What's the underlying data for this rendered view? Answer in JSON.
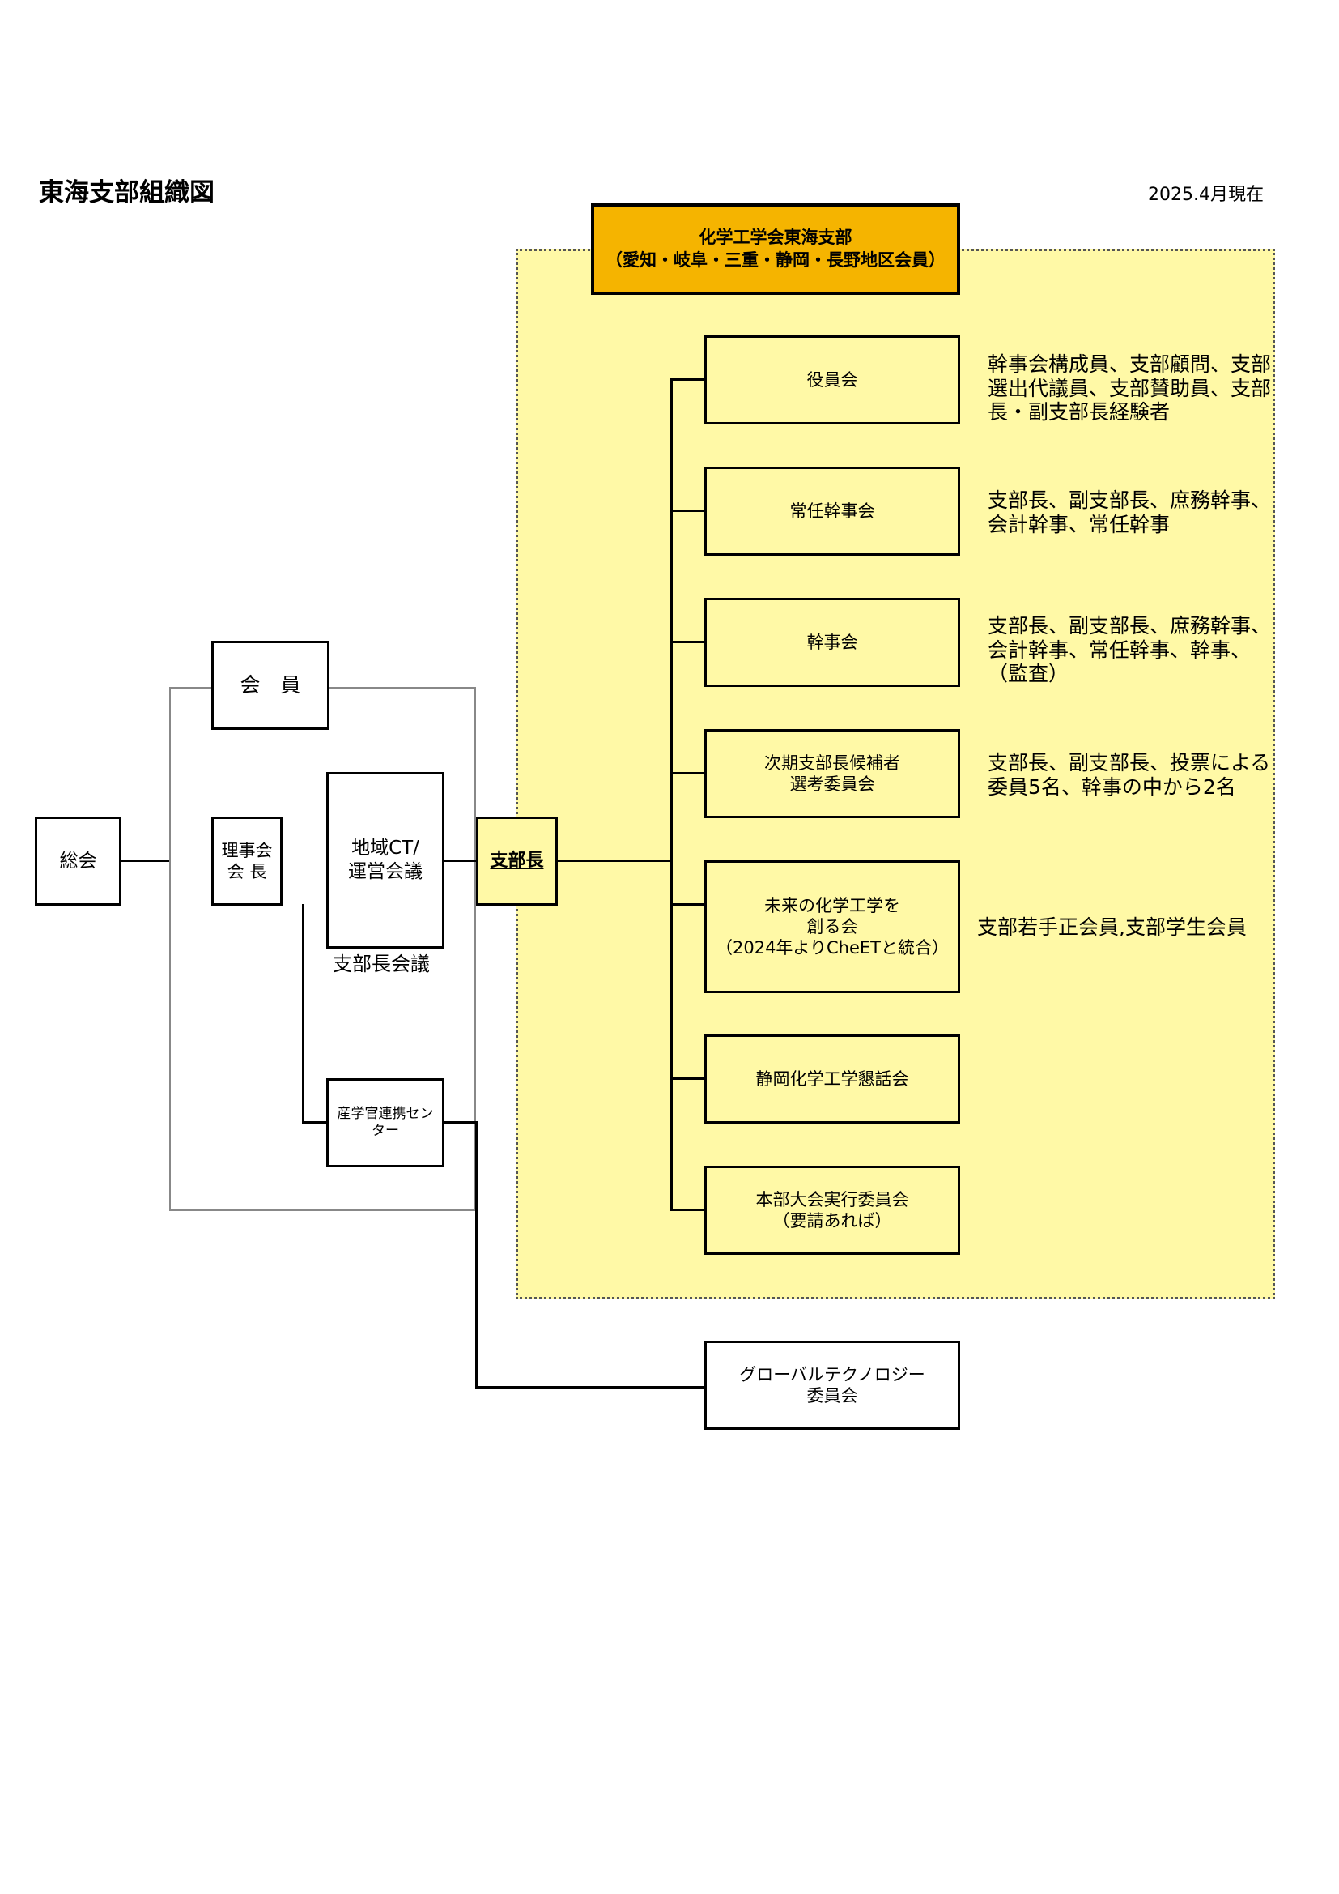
{
  "header": {
    "title": "東海支部組織図",
    "date": "2025.4月現在"
  },
  "branch": {
    "header": "化学工学会東海支部\n（愛知・岐阜・三重・静岡・長野地区会員）",
    "head": "支部長"
  },
  "left": {
    "general_meeting": "総会",
    "members": "会　員",
    "chairman": "理事会\n会 長",
    "regional": "地域CT/\n運営会議",
    "branch_heads_meeting": "支部長会議",
    "industry_center": "産学官連携セン\nター"
  },
  "committees": [
    {
      "name": "役員会",
      "note": "幹事会構成員、支部顧問、支部\n選出代議員、支部賛助員、支部\n長・副支部長経験者"
    },
    {
      "name": "常任幹事会",
      "note": "支部長、副支部長、庶務幹事、\n会計幹事、常任幹事"
    },
    {
      "name": "幹事会",
      "note": "支部長、副支部長、庶務幹事、\n会計幹事、常任幹事、幹事、\n（監査）"
    },
    {
      "name": "次期支部長候補者\n選考委員会",
      "note": "支部長、副支部長、投票による\n委員5名、幹事の中から2名"
    },
    {
      "name": "未来の化学工学を\n創る会\n（2024年よりCheETと統合）",
      "note": "支部若手正会員,支部学生会員"
    },
    {
      "name": "静岡化学工学懇話会",
      "note": ""
    },
    {
      "name": "本部大会実行委員会\n（要請あれば）",
      "note": ""
    }
  ],
  "global_committee": "グローバルテクノロジー\n委員会",
  "colors": {
    "branch_area": "#fff9a6",
    "branch_header": "#f5b400"
  }
}
